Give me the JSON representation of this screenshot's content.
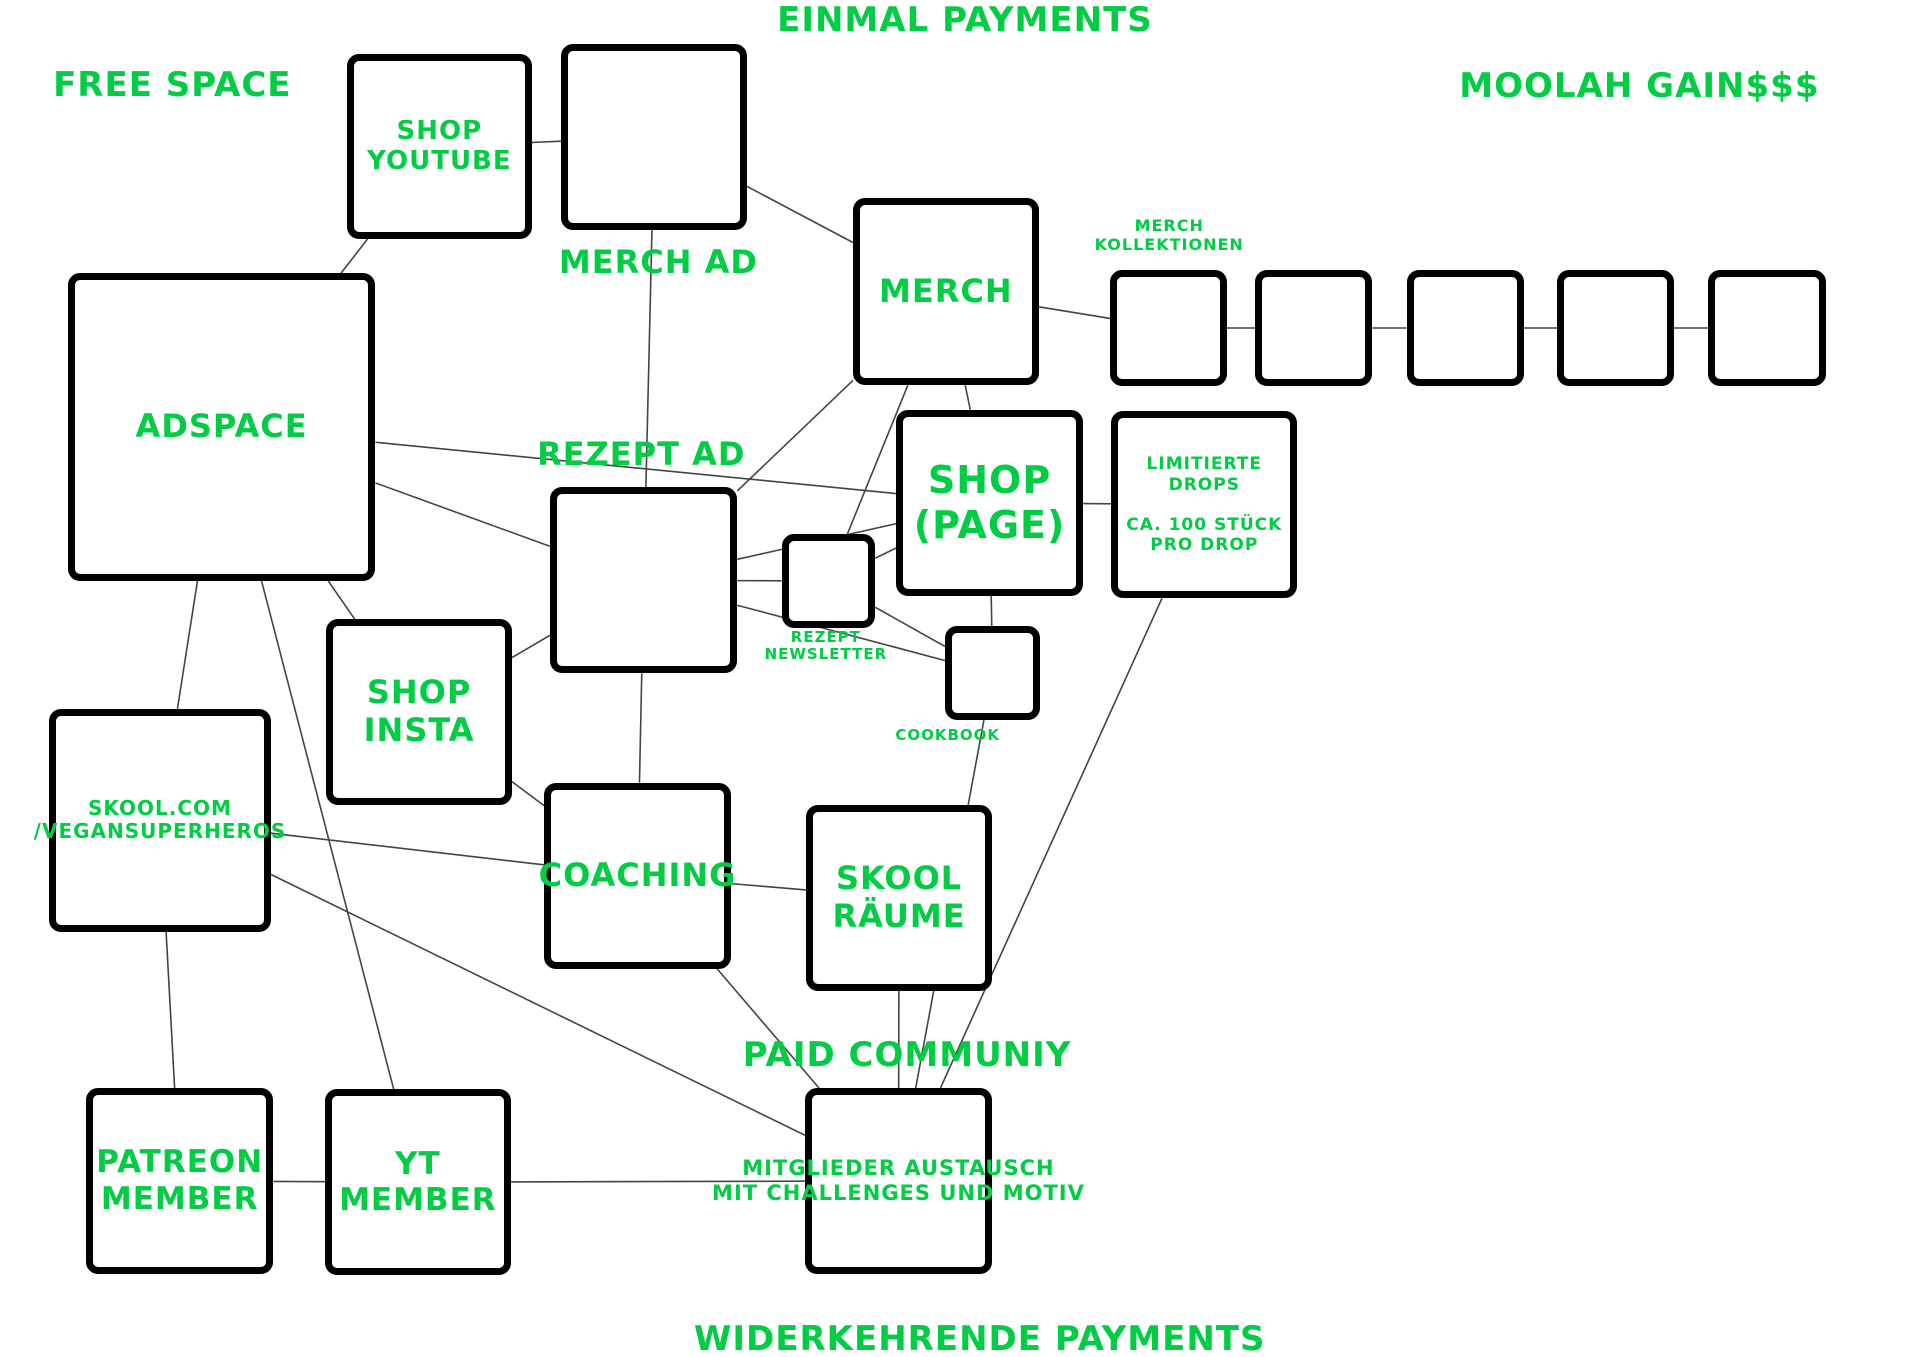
{
  "colors": {
    "label_green": "#00cc44",
    "box_border": "#000000",
    "edge": "#444444",
    "background": "#ffffff"
  },
  "section_labels": {
    "einmal_payments": "EINMAL PAYMENTS",
    "free_space": "FREE SPACE",
    "moolah_gains": "MOOLAH GAIN$$$",
    "widerkehrende_payments": "WIDERKEHRENDE PAYMENTS",
    "paid_community": "PAID COMMUNIY"
  },
  "nodes": {
    "shop_youtube": {
      "label": "SHOP\nYOUTUBE"
    },
    "merch_ad": {
      "label": "MERCH AD"
    },
    "adspace": {
      "label": "ADSPACE"
    },
    "merch": {
      "label": "MERCH"
    },
    "merch_kollektionen": {
      "label": "MERCH\nKOLLEKTIONEN",
      "count": 5
    },
    "shop_page": {
      "label": "SHOP\n(PAGE)"
    },
    "limitierte_drops": {
      "label": "LIMITIERTE\nDROPS\n\nCA. 100 STÜCK\nPRO DROP"
    },
    "rezept_ad": {
      "label": "REZEPT AD"
    },
    "rezept_newsletter": {
      "label": "REZEPT\nNEWSLETTER"
    },
    "cookbook": {
      "label": "COOKBOOK"
    },
    "shop_insta": {
      "label": "SHOP\nINSTA"
    },
    "skool_com": {
      "label": "SKOOL.COM\n/VEGANSUPERHEROS"
    },
    "coaching": {
      "label": "COACHING"
    },
    "skool_raume": {
      "label": "SKOOL\nRÄUME"
    },
    "paid_community": {
      "label": "MITGLIEDER AUSTAUSCH\nMIT CHALLENGES UND MOTIV"
    },
    "patreon_member": {
      "label": "PATREON\nMEMBER"
    },
    "yt_member": {
      "label": "YT\nMEMBER"
    }
  },
  "edges": [
    [
      "adspace",
      "shop_youtube"
    ],
    [
      "merch_ad",
      "shop_youtube"
    ],
    [
      "merch_ad",
      "merch"
    ],
    [
      "merch_ad",
      "rezept_ad"
    ],
    [
      "adspace",
      "shop_page"
    ],
    [
      "adspace",
      "rezept_ad"
    ],
    [
      "adspace",
      "shop_insta"
    ],
    [
      "adspace",
      "skool_com"
    ],
    [
      "adspace",
      "yt_member"
    ],
    [
      "merch",
      "rezept_ad"
    ],
    [
      "merch",
      "rezept_newsletter"
    ],
    [
      "merch",
      "shop_page"
    ],
    [
      "merch",
      "kol1"
    ],
    [
      "kol1",
      "kol2"
    ],
    [
      "kol2",
      "kol3"
    ],
    [
      "kol3",
      "kol4"
    ],
    [
      "kol4",
      "kol5"
    ],
    [
      "shop_page",
      "limitierte_drops"
    ],
    [
      "shop_page",
      "rezept_ad"
    ],
    [
      "shop_page",
      "rezept_newsletter"
    ],
    [
      "shop_page",
      "cookbook"
    ],
    [
      "limitierte_drops",
      "paid_community"
    ],
    [
      "rezept_ad",
      "rezept_newsletter"
    ],
    [
      "rezept_ad",
      "cookbook"
    ],
    [
      "rezept_ad",
      "shop_insta"
    ],
    [
      "rezept_ad",
      "coaching"
    ],
    [
      "rezept_newsletter",
      "cookbook"
    ],
    [
      "cookbook",
      "paid_community"
    ],
    [
      "shop_insta",
      "coaching"
    ],
    [
      "skool_com",
      "coaching"
    ],
    [
      "skool_com",
      "patreon_member"
    ],
    [
      "skool_com",
      "paid_community"
    ],
    [
      "coaching",
      "skool_raume"
    ],
    [
      "coaching",
      "paid_community"
    ],
    [
      "skool_raume",
      "paid_community"
    ],
    [
      "patreon_member",
      "yt_member"
    ],
    [
      "yt_member",
      "paid_community"
    ]
  ]
}
